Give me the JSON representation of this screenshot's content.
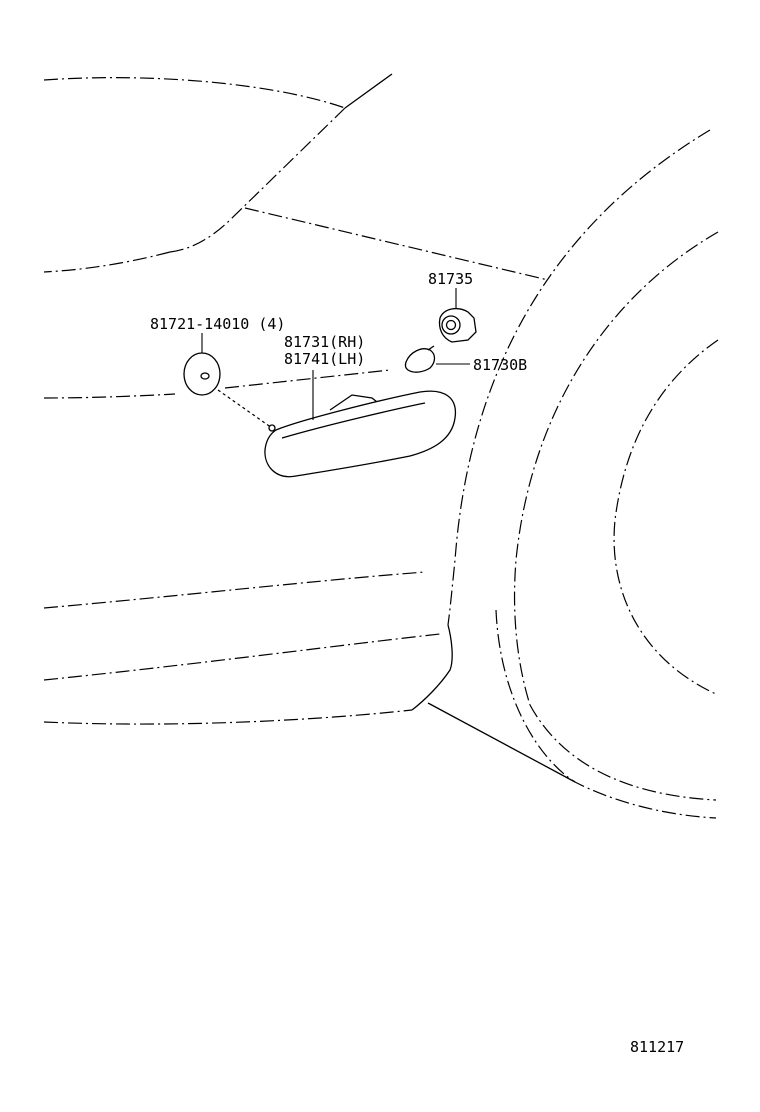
{
  "callouts": {
    "bolt": "81721-14010 (4)",
    "lamp_rh": "81731(RH)",
    "lamp_lh": "81741(LH)",
    "socket": "81735",
    "bulb": "81730B"
  },
  "diagram_code": "811217"
}
